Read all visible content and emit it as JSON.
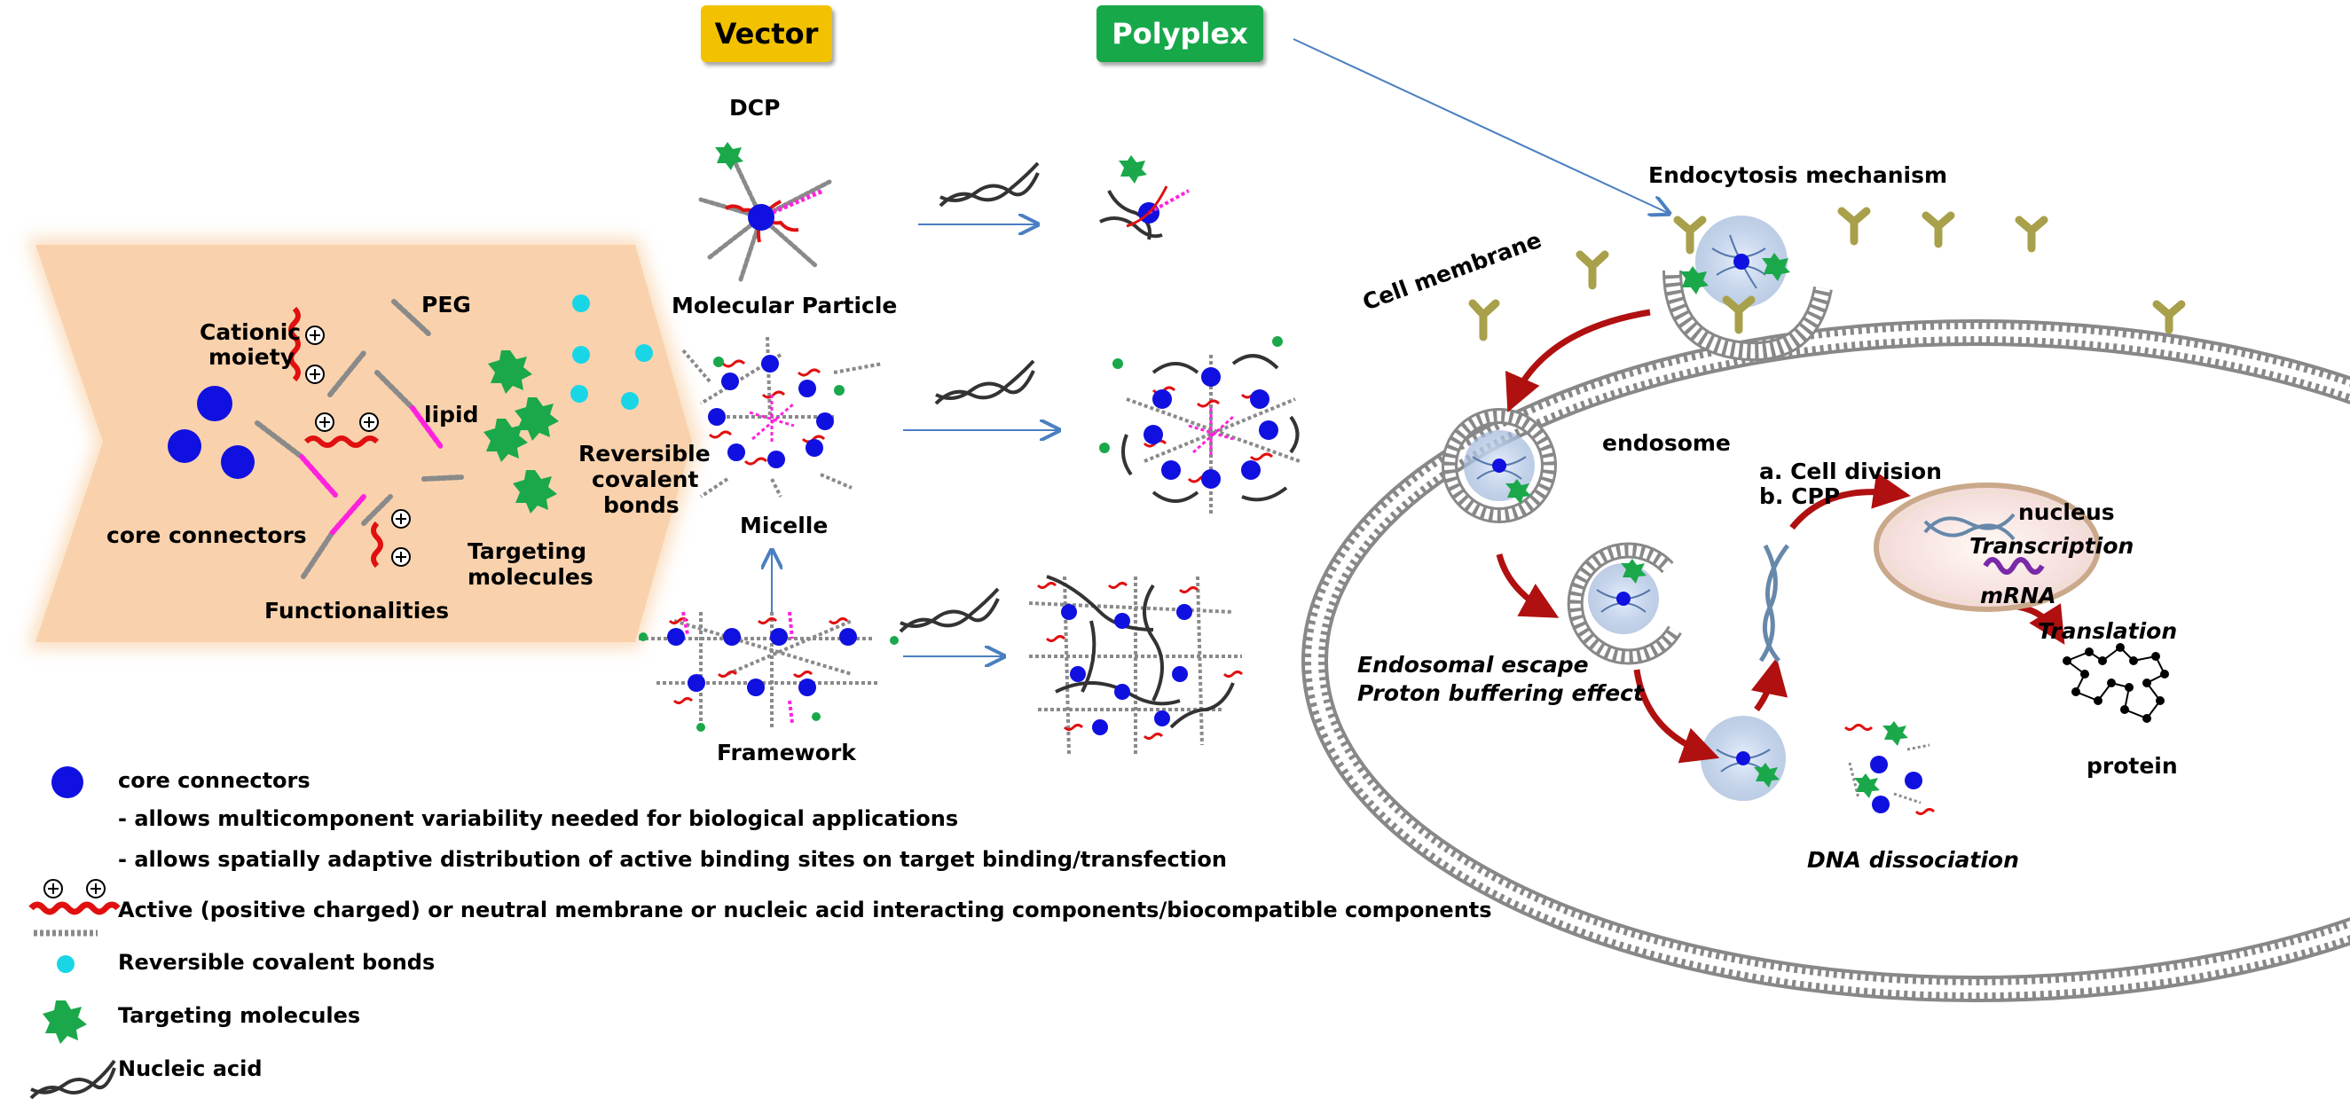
{
  "header": {
    "vector_label": "Vector",
    "polyplex_label": "Polyplex",
    "dcp_label": "DCP",
    "vector_color": "#f2c200",
    "polyplex_color": "#17a84a"
  },
  "components_panel": {
    "cationic_moiety": "Cationic\nmoiety",
    "peg": "PEG",
    "lipid": "lipid",
    "reversible_bonds": "Reversible\ncovalent\nbonds",
    "core_connectors": "core connectors",
    "targeting_molecules": "Targeting\nmolecules",
    "functionalities": "Functionalities",
    "panel_color": "#f9d2ad"
  },
  "structures": {
    "molecular_particle": "Molecular Particle",
    "micelle": "Micelle",
    "framework": "Framework"
  },
  "cell": {
    "title": "Endocytosis mechanism",
    "cell_membrane": "Cell membrane",
    "endosome": "endosome",
    "cell_division": "a.  Cell division",
    "cpp": "b.  CPP",
    "nucleus": "nucleus",
    "transcription": "Transcription",
    "mrna": "mRNA",
    "translation": "Translation",
    "protein": "protein",
    "endosomal_escape": "Endosomal escape",
    "proton_buffering": "Proton buffering effect",
    "dna_dissociation": "DNA dissociation"
  },
  "legend": {
    "core_connectors": "core connectors",
    "bullet_1": "- allows multicomponent variability needed for biological applications",
    "bullet_2": "- allows spatially adaptive distribution of active binding sites on target binding/transfection",
    "active_components": "Active (positive charged) or neutral membrane or nucleic acid interacting components/biocompatible components",
    "reversible_bonds": "Reversible covalent bonds",
    "targeting_molecules": "Targeting molecules",
    "nucleic_acid": "Nucleic acid"
  },
  "colors": {
    "core_blue": "#1010e0",
    "cationic_red": "#e01010",
    "lipid_magenta": "#ff22dd",
    "peg_gray": "#8a8a8a",
    "bond_cyan": "#19d6e6",
    "targeting_green": "#1aa84a",
    "arrow_darkred": "#b01010",
    "arrow_blue": "#4a7fc1",
    "receptor_olive": "#a8a04a"
  }
}
